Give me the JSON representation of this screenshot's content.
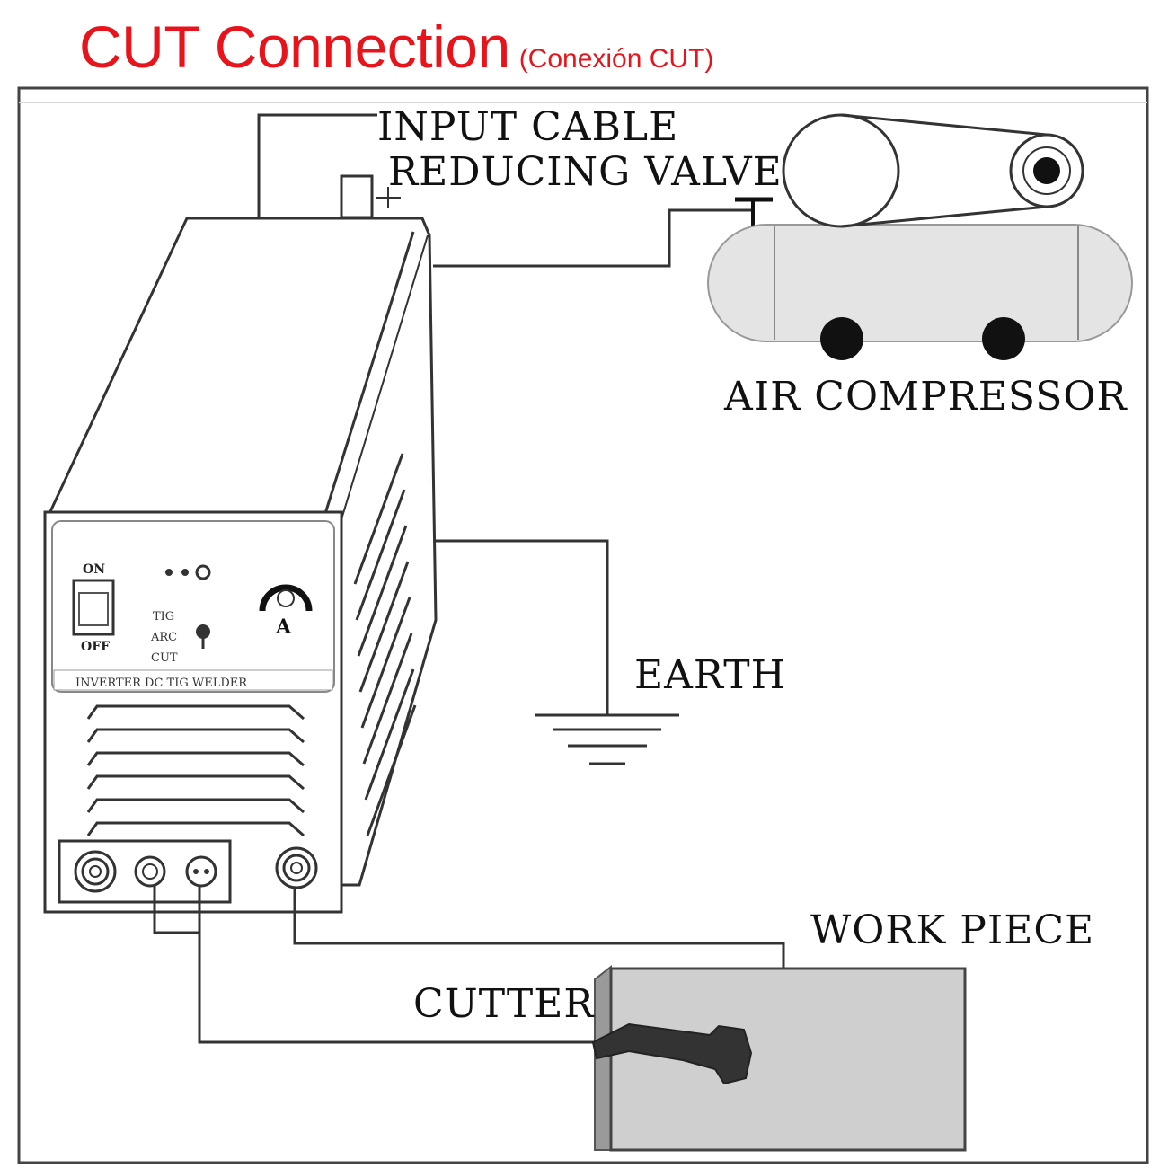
{
  "title": {
    "main": "CUT Connection",
    "sub": "(Conexión CUT)"
  },
  "labels": {
    "input_cable": "INPUT CABLE",
    "reducing_valve": "REDUCING VALVE",
    "air_compressor": "AIR COMPRESSOR",
    "earth": "EARTH",
    "work_piece": "WORK PIECE",
    "cutter": "CUTTER"
  },
  "panel": {
    "on": "ON",
    "off": "OFF",
    "mode_tig": "TIG",
    "mode_arc": "ARC",
    "mode_cut": "CUT",
    "brand": "INVERTER DC TIG WELDER"
  },
  "colors": {
    "title": "#e8141c",
    "line": "#333333",
    "compressor_fill": "#e4e4e4",
    "workpiece_fill": "#cfcfcf"
  }
}
